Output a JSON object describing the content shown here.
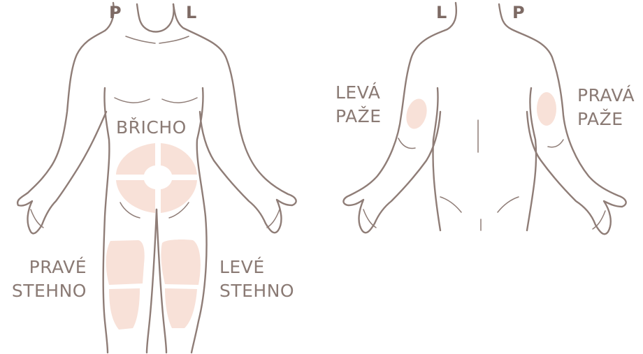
{
  "front_figure": {
    "side_left": "P",
    "side_right": "L",
    "labels": {
      "abdomen": "BŘICHO",
      "right_thigh_line1": "PRAVÉ",
      "right_thigh_line2": "STEHNO",
      "left_thigh_line1": "LEVÉ",
      "left_thigh_line2": "STEHNO"
    }
  },
  "back_figure": {
    "side_left": "L",
    "side_right": "P",
    "labels": {
      "left_arm_line1": "LEVÁ",
      "left_arm_line2": "PAŽE",
      "right_arm_line1": "PRAVÁ",
      "right_arm_line2": "PAŽE"
    }
  },
  "colors": {
    "outline": "#8f7d77",
    "injection_zone": "#f8e1d8",
    "label_text": "#8a7a74"
  }
}
